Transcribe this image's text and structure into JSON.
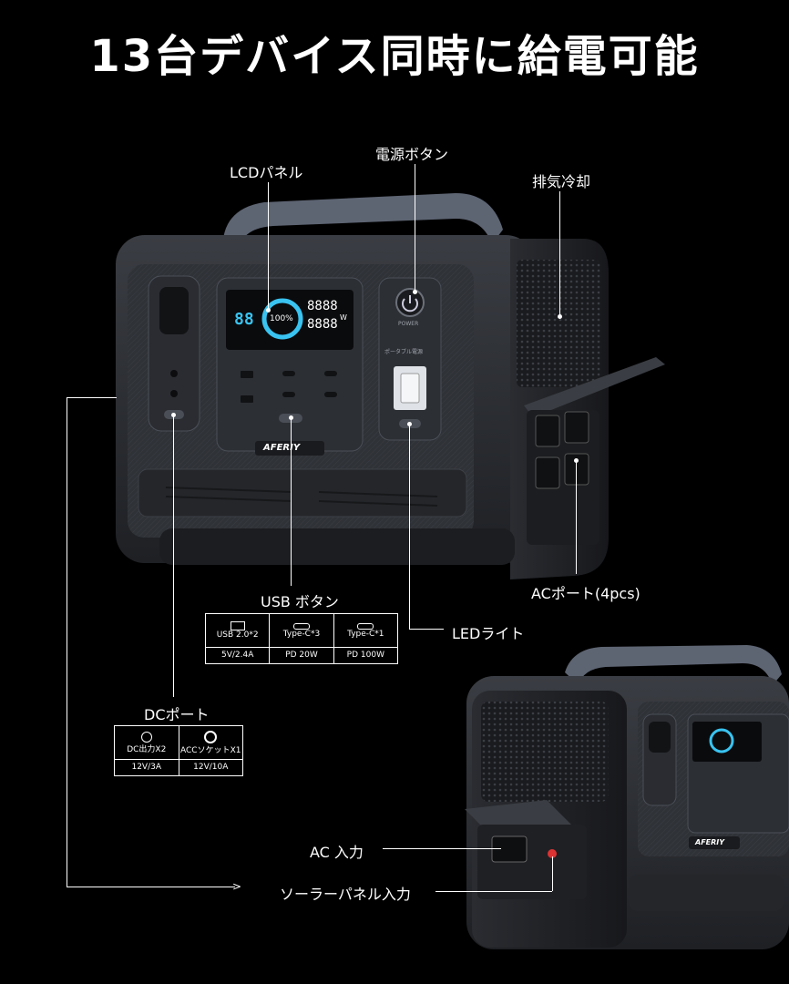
{
  "headline": "13台デバイス同時に給電可能",
  "callouts": {
    "lcd_panel": "LCDパネル",
    "power_button": "電源ボタン",
    "exhaust_cooling": "排気冷却",
    "ac_ports": "ACポート(4pcs)",
    "usb_button": "USB ボタン",
    "led_light": "LEDライト",
    "dc_ports": "DCポート",
    "ac_input": "AC 入力",
    "solar_input": "ソーラーパネル入力"
  },
  "usb_table": [
    {
      "name": "USB 2.0*2",
      "spec": "5V/2.4A"
    },
    {
      "name": "Type-C*3",
      "spec": "PD 20W"
    },
    {
      "name": "Type-C*1",
      "spec": "PD 100W"
    }
  ],
  "dc_table": [
    {
      "name": "DC出力X2",
      "spec": "12V/3A"
    },
    {
      "name": "ACCソケットX1",
      "spec": "12V/10A"
    }
  ],
  "device": {
    "brand": "AFERIY",
    "lcd_left": "88",
    "lcd_center": "100%",
    "lcd_right_top": "8888",
    "lcd_right_bottom": "8888",
    "lcd_unit": "W",
    "power_label": "POWER",
    "panel_caption": "ポータブル電源"
  },
  "colors": {
    "background": "#000000",
    "device_body": "#2b2e33",
    "lcd_accent": "#39c3f0"
  }
}
